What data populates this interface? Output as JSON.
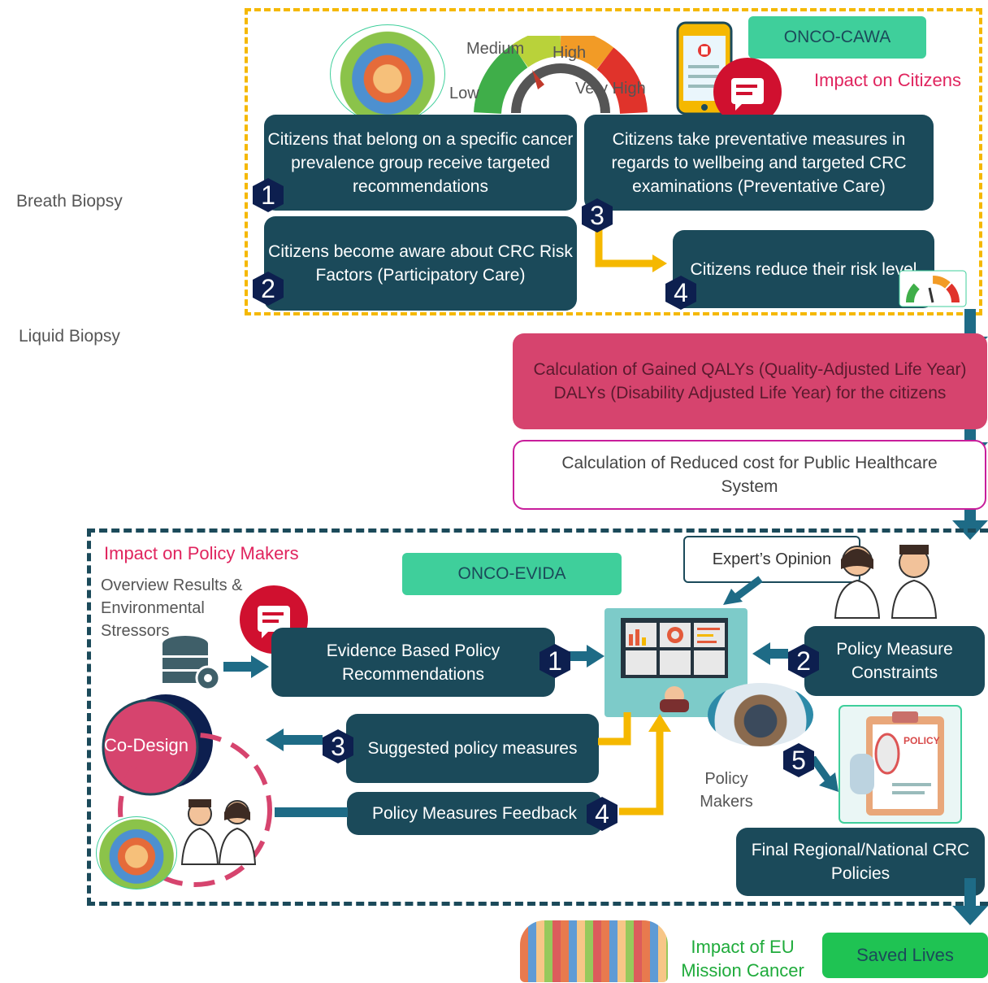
{
  "side_labels": {
    "breath": "Breath Biopsy",
    "liquid": "Liquid Biopsy"
  },
  "citizens": {
    "tag": "ONCO-CAWA",
    "title": "Impact on Citizens",
    "gauge": {
      "low": "Low",
      "medium": "Medium",
      "high": "High",
      "very_high": "Very High"
    },
    "steps": [
      {
        "num": "1",
        "text": "Citizens that belong on a specific cancer prevalence group receive targeted recommendations"
      },
      {
        "num": "2",
        "text": "Citizens become aware about CRC Risk Factors (Participatory Care)"
      },
      {
        "num": "3",
        "text": "Citizens take preventative measures in regards to wellbeing and targeted CRC examinations (Preventative Care)"
      },
      {
        "num": "4",
        "text": "Citizens reduce their risk level"
      }
    ]
  },
  "calc": {
    "qaly": "Calculation of Gained QALYs (Quality-Adjusted Life Year) DALYs (Disability Adjusted Life Year) for the citizens",
    "cost": "Calculation of Reduced cost for Public Healthcare System"
  },
  "policy": {
    "title": "Impact on Policy Makers",
    "tag": "ONCO-EVIDA",
    "overview": "Overview Results & Environmental Stressors",
    "expert": "Expert’s Opinion",
    "codesign": "Co-Design",
    "policy_makers": "Policy Makers",
    "clipboard": "POLICY",
    "steps": [
      {
        "num": "1",
        "text": "Evidence Based Policy Recommendations"
      },
      {
        "num": "2",
        "text": "Policy Measure Constraints"
      },
      {
        "num": "3",
        "text": "Suggested policy measures"
      },
      {
        "num": "4",
        "text": "Policy Measures Feedback"
      },
      {
        "num": "5",
        "text": ""
      }
    ],
    "final": "Final Regional/National CRC Policies"
  },
  "eu": {
    "impact": "Impact of EU Mission Cancer",
    "saved": "Saved Lives"
  },
  "colors": {
    "dark_teal": "#1b4a5a",
    "pink": "#d6446e",
    "yellow": "#f5b800",
    "green": "#3fcf9b",
    "saved_green": "#1fc353"
  }
}
